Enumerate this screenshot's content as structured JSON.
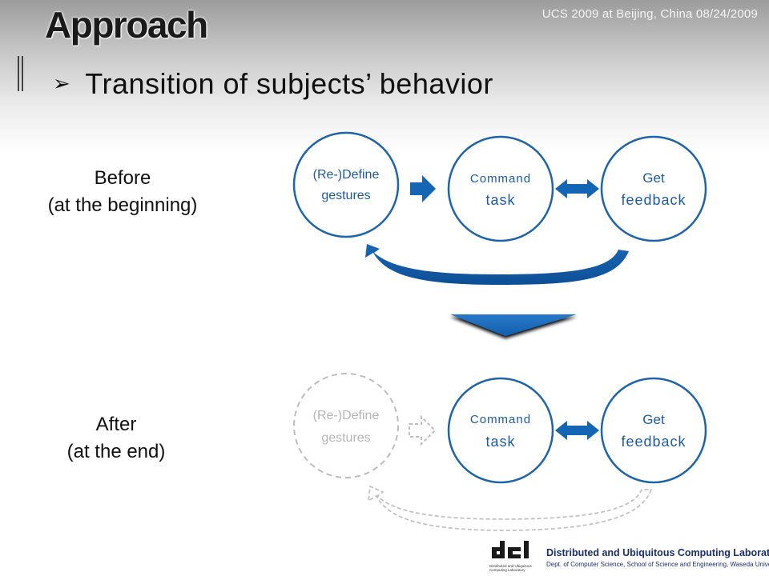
{
  "header": {
    "title": "Approach",
    "conference": "UCS 2009 at Beijing, China 08/24/2009"
  },
  "subtitle": {
    "bullet_icon": "arrowhead-bullet-icon",
    "text": "Transition of subjects’ behavior"
  },
  "before": {
    "label_line1": "Before",
    "label_line2": "(at the beginning)",
    "define_line1": "(Re-)Define",
    "define_line2": "gestures",
    "command_line1": "Command",
    "command_line2": "task",
    "feedback_line1": "Get",
    "feedback_line2": "feedback"
  },
  "after": {
    "label_line1": "After",
    "label_line2": "(at the end)",
    "define_line1": "(Re-)Define",
    "define_line2": "gestures",
    "command_line1": "Command",
    "command_line2": "task",
    "feedback_line1": "Get",
    "feedback_line2": "feedback"
  },
  "colors": {
    "circle_stroke": "#1f63a8",
    "arrow_fill": "#1565b5",
    "faded": "#bdbdbd"
  },
  "footer": {
    "logo_mark": "dcl",
    "lab_name": "Distributed and Ubiquitous Computing Laboratory",
    "lab_dept": "Dept. of Computer Science, School of Science and Engineering, Waseda University",
    "logo_caption": "Distributed and Ubiquitous Computing Laboratory"
  }
}
